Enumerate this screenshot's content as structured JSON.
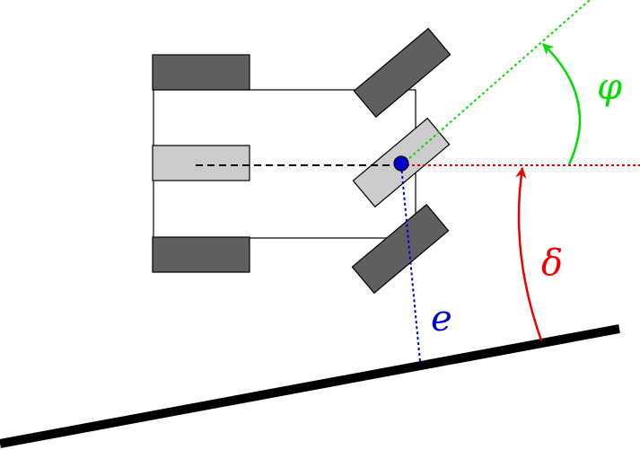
{
  "labels": {
    "cross_track_error": "e",
    "heading_error": "δ",
    "steering_angle": "φ"
  },
  "colors": {
    "path": "#000000",
    "chassis_stroke": "#000000",
    "wheel_dark": "#5f5f5f",
    "wheel_light": "#cccccc",
    "centerline": "#000000",
    "error_e": "#0000cc",
    "heading": "#ee0000",
    "steering": "#00dd00",
    "front_axle_point": "#0000cc"
  }
}
